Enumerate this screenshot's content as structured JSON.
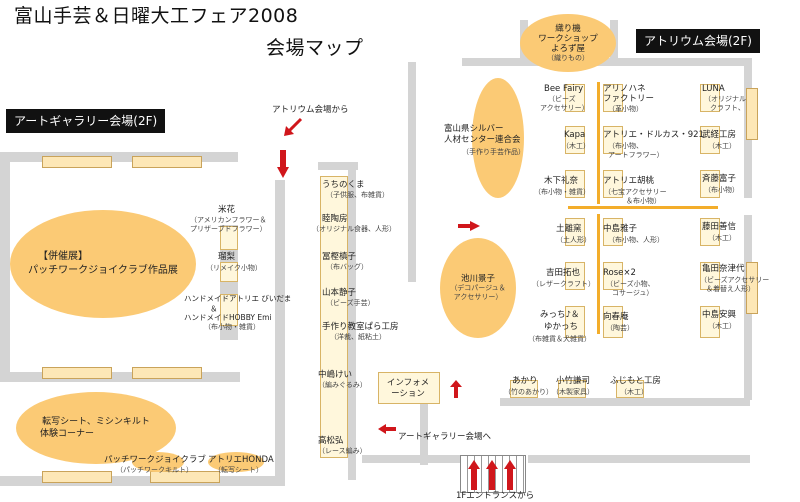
{
  "title": {
    "line1": "富山手芸＆日曜大工フェア2008",
    "line2": "会場マップ"
  },
  "halls": {
    "art_gallery": "アートギャラリー会場(2F)",
    "atrium": "アトリウム会場(2F)"
  },
  "directions": {
    "from_atrium": "アトリウム会場から",
    "to_art_gallery": "アートギャラリー会場へ",
    "from_entrance": "1Fエントランスから"
  },
  "info": "インフォメーション",
  "exhibit": {
    "tag": "【併催展】",
    "name": "パッチワークジョイクラブ作品展"
  },
  "workshop": {
    "line1": "転写シート、ミシンキルト",
    "line2": "体験コーナー"
  },
  "left_bottom": [
    {
      "name": "パッチワークジョイクラブ",
      "sub": "（パッチワークキルト）"
    },
    {
      "name": "アトリエHONDA",
      "sub": "（転写シート）"
    }
  ],
  "left_column": [
    {
      "name": "米花",
      "sub1": "（アメリカンフラワー＆",
      "sub2": "プリザーブドフラワー）"
    },
    {
      "name": "瑠梨",
      "sub1": "（リメイク小物）"
    },
    {
      "name": "ハンドメイドアトリエ びいだま",
      "name2": "＆",
      "name3": "ハンドメイドHOBBY Emi",
      "sub1": "（布小物・雑貨）"
    }
  ],
  "middle_column": [
    {
      "name": "うちのくま",
      "sub": "（子供服、布雑貨）"
    },
    {
      "name": "睦陶房",
      "sub": "（オリジナル食器、人形）"
    },
    {
      "name": "冨樫槙子",
      "sub": "（布バッグ）"
    },
    {
      "name": "山本静子",
      "sub": "（ビーズ手芸）"
    },
    {
      "name": "手作り教室ぱら工房",
      "sub": "（洋裁、紙粘土）"
    },
    {
      "name": "中嶋けい",
      "sub": "（編みぐるみ）"
    },
    {
      "name": "高松弘",
      "sub": "（レース編み）"
    }
  ],
  "atrium_top": {
    "name1": "織り機",
    "name2": "ワークショップ",
    "name3": "よろず屋",
    "sub": "（織りもの）"
  },
  "silver": {
    "name1": "富山県シルバー",
    "name2": "人材センター連合会",
    "sub": "（手作り手芸作品）"
  },
  "ikeda": {
    "name": "池川景子",
    "sub1": "（デコパージュ＆",
    "sub2": "アクセサリー）"
  },
  "atrium_col1": [
    {
      "name": "Bee Fairy",
      "sub1": "（ビーズ",
      "sub2": "アクセサリー）"
    },
    {
      "name": "Kapa",
      "sub1": "（木工）"
    },
    {
      "name": "木下礼奈",
      "sub1": "（布小物・雑貨）"
    },
    {
      "name": "土離窯",
      "sub1": "（土人形）"
    },
    {
      "name": "吉田拓也",
      "sub1": "（レザークラフト）"
    },
    {
      "name": "みっち♪＆",
      "name2": "ゆかっち",
      "sub1": "（布雑貨＆犬雑貨）"
    }
  ],
  "atrium_col2": [
    {
      "name": "アリノハネ",
      "name2": "ファクトリー",
      "sub1": "（革小物）"
    },
    {
      "name": "アトリエ・ドルカス・921",
      "sub1": "（布小物、",
      "sub2": "アートフラワー）"
    },
    {
      "name": "アトリエ胡桃",
      "sub1": "（七宝アクセサリー",
      "sub2": "＆布小物）"
    },
    {
      "name": "中島雅子",
      "sub1": "（布小物、人形）"
    },
    {
      "name": "Rose×2",
      "sub1": "（ビーズ小物、",
      "sub2": "コサージュ）"
    },
    {
      "name": "向春庵",
      "sub1": "（陶芸）"
    }
  ],
  "atrium_col3": [
    {
      "name": "LUNA",
      "sub1": "（オリジナル",
      "sub2": "クラフト、"
    },
    {
      "name": "武経工房",
      "sub1": "（木工）"
    },
    {
      "name": "斉藤富子",
      "sub1": "（布小物）"
    },
    {
      "name": "藤田善信",
      "sub1": "（木工）"
    },
    {
      "name": "亀田奈津代",
      "sub1": "（ビーズアクセサリー",
      "sub2": "＆着替え人形）"
    },
    {
      "name": "中島安興",
      "sub1": "（木工）"
    }
  ],
  "atrium_bottom": [
    {
      "name": "あかり",
      "sub": "（竹のあかり）"
    },
    {
      "name": "小竹謙司",
      "sub": "（木製家具）"
    },
    {
      "name": "ふじもと工房",
      "sub": "（木工）"
    }
  ],
  "colors": {
    "booth": "#fbca75",
    "wall": "#d4d4d4",
    "arrow": "#d0161b",
    "divider": "#f3ad2a"
  }
}
